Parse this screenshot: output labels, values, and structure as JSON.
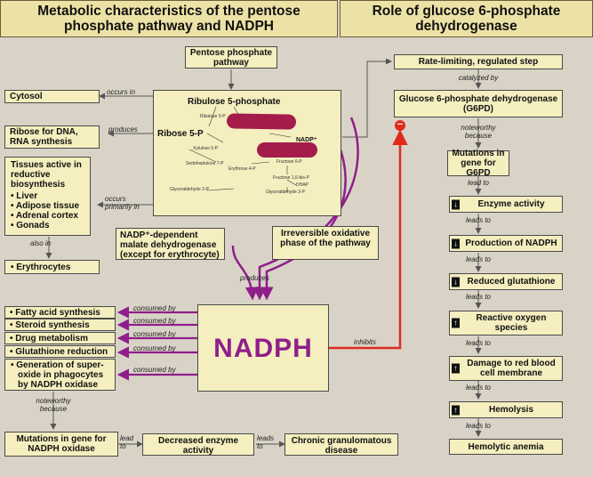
{
  "headers": {
    "left": "Metabolic characteristics of the pentose phosphate pathway and NADPH",
    "right": "Role of glucose 6-phosphate dehydrogenase"
  },
  "left": {
    "pentose_pathway_box": "Pentose phosphate pathway",
    "cytosol": "Cytosol",
    "occurs_in": "occurs in",
    "ribose_dna": "Ribose for DNA, RNA synthesis",
    "produces": "produces",
    "tissues_title": "Tissues active in reductive biosynthesis",
    "tissues": [
      "Liver",
      "Adipose tissue",
      "Adrenal cortex",
      "Gonads"
    ],
    "occurs_primarily_in": "occurs primarily in",
    "also_in": "also in",
    "erythrocytes": "Erythrocytes",
    "pathway_detail": {
      "ribulose": "Ribulose 5-phosphate",
      "ribose": "Ribose 5-P",
      "nadp_plus": "NADP⁺",
      "small": [
        "Ribulose 5-P",
        "Xylulose 5-P",
        "Sedoheptulose 7-P",
        "Erythrose 4-P",
        "Fructose 6-P",
        "Fructose 1,6-bis-P",
        "DHAP",
        "Glyceraldehyde 3-P",
        "Glyceraldehyde 3-P"
      ]
    },
    "malate_box": "NADP⁺-dependent malate dehydrogenase (except for erythrocyte)",
    "irreversible_box": "Irreversible oxidative phase of the pathway",
    "produces2": "produces",
    "nadph": "NADPH",
    "consumed_by": "consumed by",
    "uses": [
      "Fatty acid synthesis",
      "Steroid synthesis",
      "Drug metabolism",
      "Glutathione reduction",
      "Generation of super-oxide in phagocytes by NADPH oxidase"
    ],
    "noteworthy_because": "noteworthy because",
    "mut_nadph_oxidase": "Mutations in gene for NADPH oxidase",
    "lead_to": "lead to",
    "decreased_enzyme": "Decreased enzyme activity",
    "leads_to": "leads to",
    "cgd": "Chronic granulomatous disease",
    "inhibits": "inhibits"
  },
  "right": {
    "rate_limiting": "Rate-limiting, regulated step",
    "catalyzed_by": "catalyzed by",
    "g6pd": "Glucose 6-phosphate dehydrogenase (G6PD)",
    "noteworthy_because": "noteworthy because",
    "mutations_g6pd": "Mutations in gene for G6PD",
    "lead_to": "lead to",
    "leads_to": "leads to",
    "enzyme_activity": "Enzyme activity",
    "prod_nadph": "Production of NADPH",
    "reduced_glut": "Reduced glutathione",
    "ros": "Reactive oxygen species",
    "damage": "Damage to red blood cell membrane",
    "hemolysis": "Hemolysis",
    "hemolytic_anemia": "Hemolytic anemia",
    "minus": "−"
  },
  "colors": {
    "purple": "#8e1f8a",
    "red": "#e02a1f",
    "box": "#f5eebf",
    "header": "#ede2a6",
    "bg": "#d9d3c7"
  }
}
